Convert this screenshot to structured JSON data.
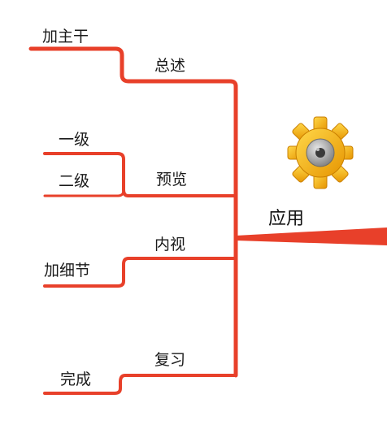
{
  "root": {
    "label": "应用"
  },
  "branches": [
    {
      "label": "总述",
      "children": [
        "加主干"
      ]
    },
    {
      "label": "预览",
      "children": [
        "一级",
        "二级"
      ]
    },
    {
      "label": "内视",
      "children": [
        "加细节"
      ]
    },
    {
      "label": "复习",
      "children": [
        "完成"
      ]
    }
  ],
  "icon": "gear-icon",
  "colors": {
    "branch": "#e8402a",
    "gear_outer": "#f7b512",
    "gear_inner": "#9a9a9a"
  }
}
